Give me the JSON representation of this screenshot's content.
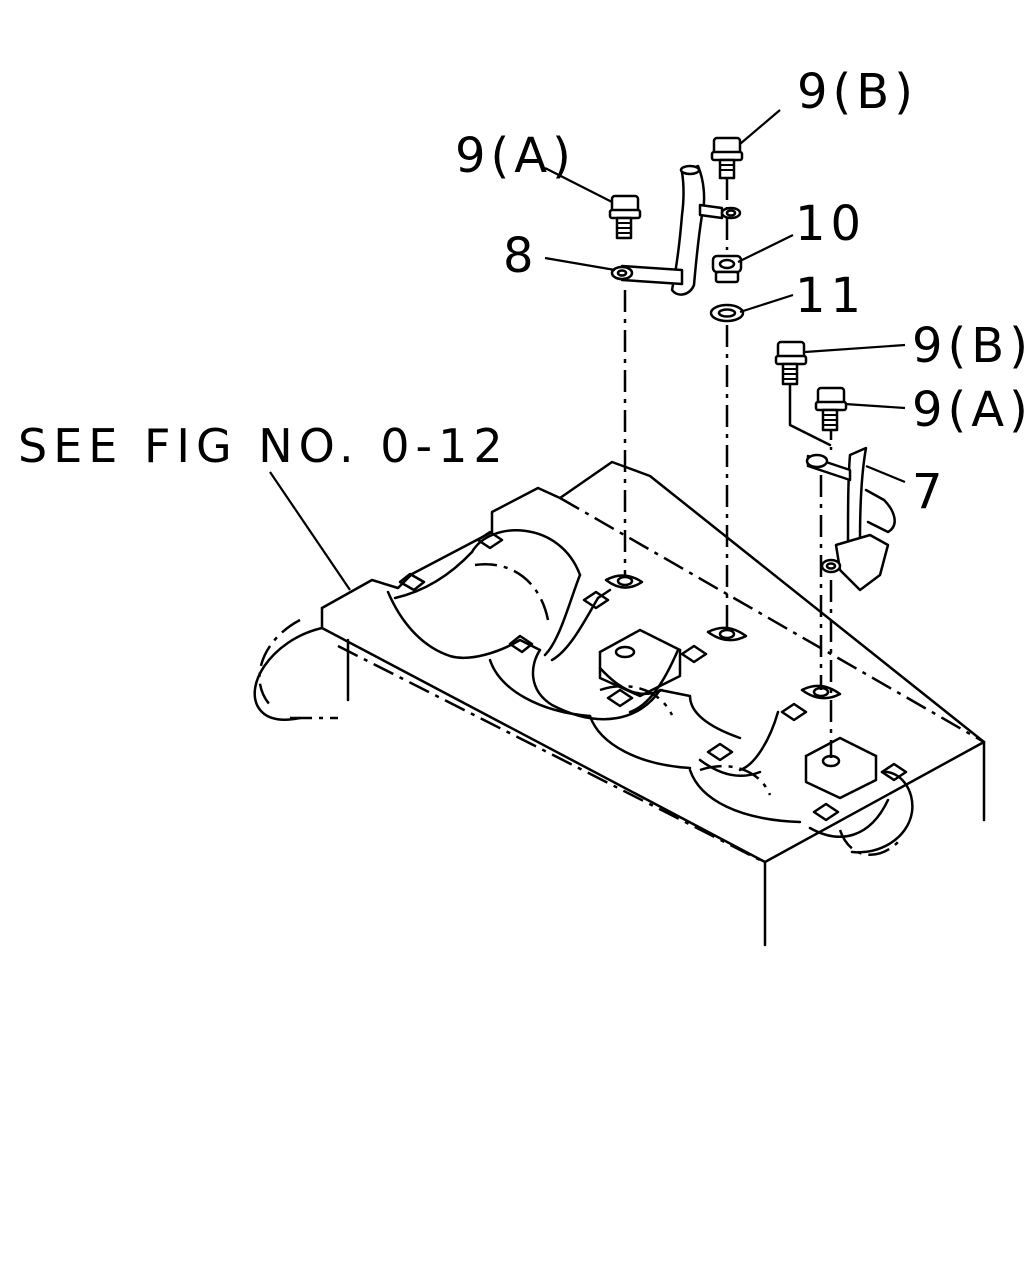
{
  "reference": {
    "text": "SEE FIG NO. 0-12"
  },
  "callouts": {
    "bolt_9a_top": "9(A)",
    "bolt_9b_top": "9(B)",
    "clip_8": "8",
    "nut_10": "10",
    "washer_11": "11",
    "bolt_9b_right": "9(B)",
    "bolt_9a_right": "9(A)",
    "bracket_7": "7"
  }
}
